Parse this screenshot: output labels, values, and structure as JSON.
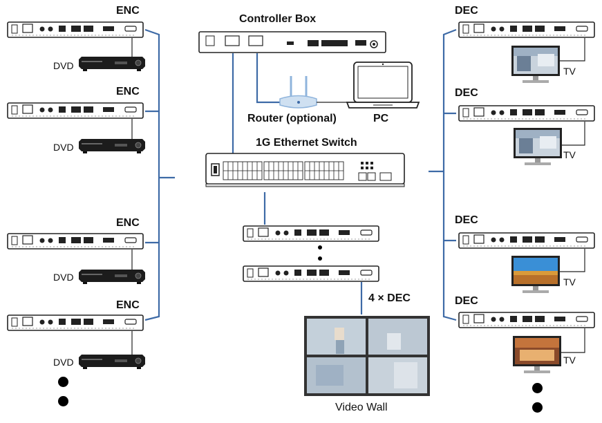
{
  "labels": {
    "enc": "ENC",
    "dec": "DEC",
    "dvd": "DVD",
    "tv": "TV",
    "controller_box": "Controller Box",
    "router": "Router (optional)",
    "pc": "PC",
    "switch": "1G Ethernet Switch",
    "four_dec": "4 × DEC",
    "video_wall": "Video Wall"
  },
  "colors": {
    "link": "#3d6aa6",
    "device": "#222222",
    "router": "#8fb4dc"
  }
}
